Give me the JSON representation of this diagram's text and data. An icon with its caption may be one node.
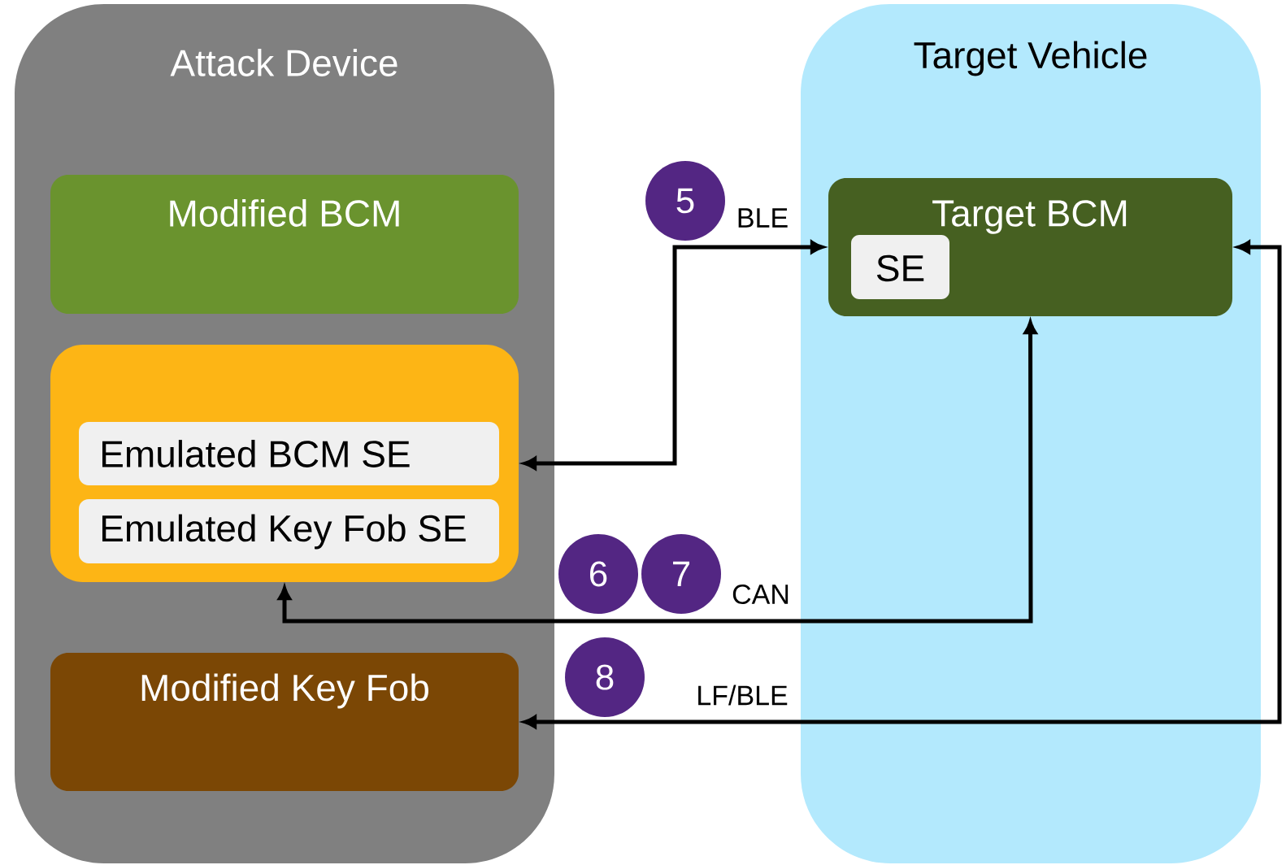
{
  "diagram": {
    "nodes": [
      {
        "text": [
          "Attack Device"
        ]
      },
      {
        "text": [
          "Modified BCM"
        ],
        "in": 0
      },
      {
        "text": [],
        "shape": "box",
        "in": 0
      },
      {
        "text": [
          "Emulated BCM SE"
        ],
        "in": 2
      },
      {
        "text": [
          "Emulated Key Fob SE"
        ],
        "in": 2
      },
      {
        "text": [
          "Modified Key Fob"
        ],
        "in": 0
      },
      {
        "text": [
          "Target Vehicle"
        ]
      },
      {
        "text": [
          "Target BCM"
        ],
        "in": 6
      },
      {
        "text": [
          "SE"
        ],
        "in": 7
      },
      {
        "text": [
          "5"
        ]
      },
      {
        "text": [
          "6"
        ]
      },
      {
        "text": [
          "7"
        ]
      },
      {
        "text": [
          "8"
        ]
      }
    ],
    "edges": [
      {
        "from": 2,
        "to": 7,
        "arrow": "both",
        "label": "BLE"
      },
      {
        "from": 2,
        "to": 7,
        "arrow": "both",
        "label": "CAN"
      },
      {
        "from": 5,
        "to": 7,
        "arrow": "both",
        "label": "LF/BLE"
      }
    ]
  }
}
